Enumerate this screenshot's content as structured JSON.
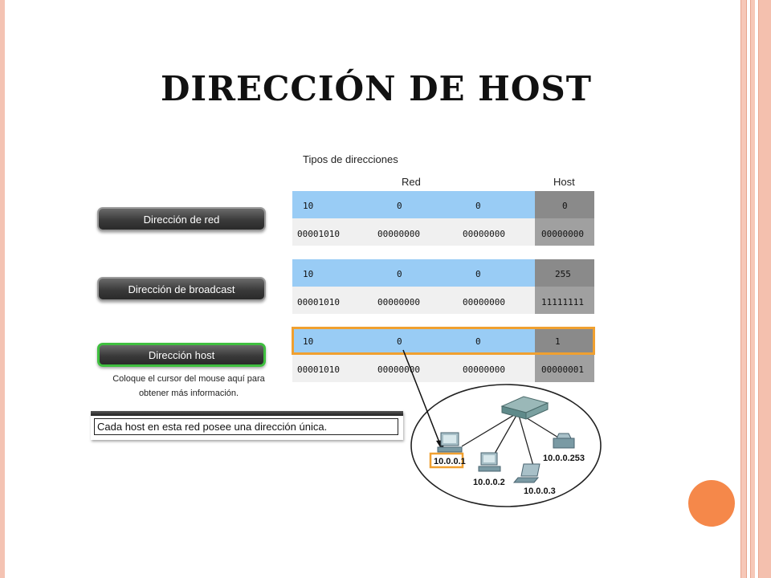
{
  "slide": {
    "title": "Dirección de host"
  },
  "table": {
    "caption": "Tipos de direcciones",
    "header_red": "Red",
    "header_host": "Host"
  },
  "buttons": [
    {
      "label": "Dirección de red"
    },
    {
      "label": "Dirección de broadcast"
    },
    {
      "label": "Dirección host"
    }
  ],
  "hint": "Coloque el cursor del mouse aquí para obtener más información.",
  "rows": [
    {
      "decimal": [
        "10",
        "0",
        "0",
        "0"
      ],
      "binary": [
        "00001010",
        "00000000",
        "00000000",
        "00000000"
      ]
    },
    {
      "decimal": [
        "10",
        "0",
        "0",
        "255"
      ],
      "binary": [
        "00001010",
        "00000000",
        "00000000",
        "11111111"
      ]
    },
    {
      "decimal": [
        "10",
        "0",
        "0",
        "1"
      ],
      "binary": [
        "00001010",
        "00000000",
        "00000000",
        "00000001"
      ]
    }
  ],
  "info": "Cada host en esta red posee una dirección única.",
  "network": {
    "hosts": [
      "10.0.0.1",
      "10.0.0.2",
      "10.0.0.3",
      "10.0.0.253"
    ]
  },
  "colors": {
    "red_portion": "#99ccf5",
    "host_portion": "#8a8a8a",
    "highlight": "#f0a030",
    "active_button_border": "#3fbf3f"
  }
}
